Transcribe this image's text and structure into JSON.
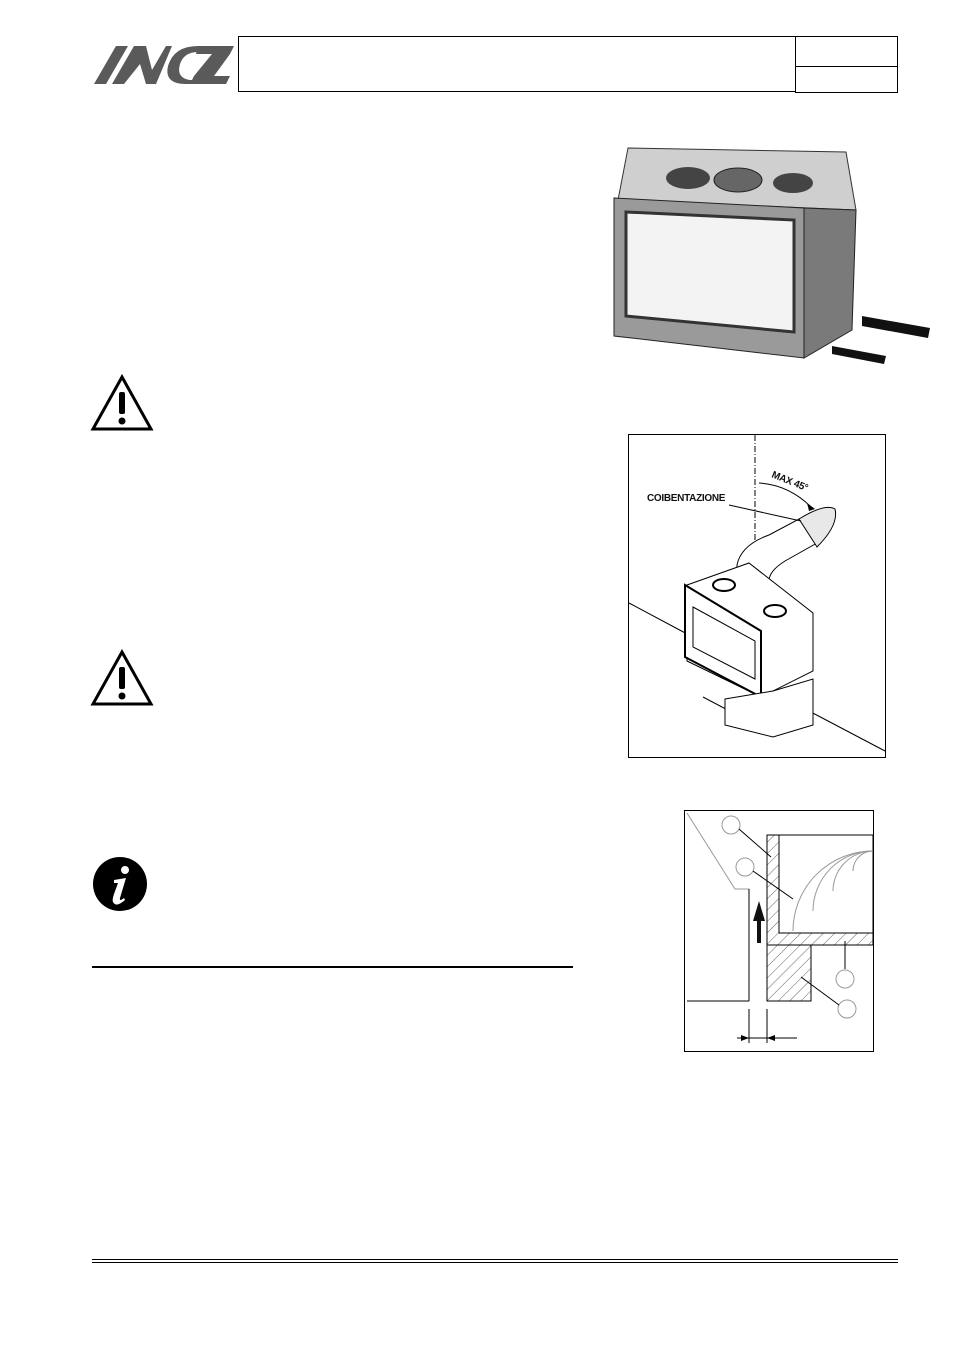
{
  "header": {
    "logo_text": "MCZ"
  },
  "figures": {
    "flue": {
      "insulation_label": "COIBENTAZIONE",
      "angle_label": "MAX 45°"
    }
  },
  "icons": [
    "warning-icon",
    "warning-icon",
    "info-icon"
  ]
}
